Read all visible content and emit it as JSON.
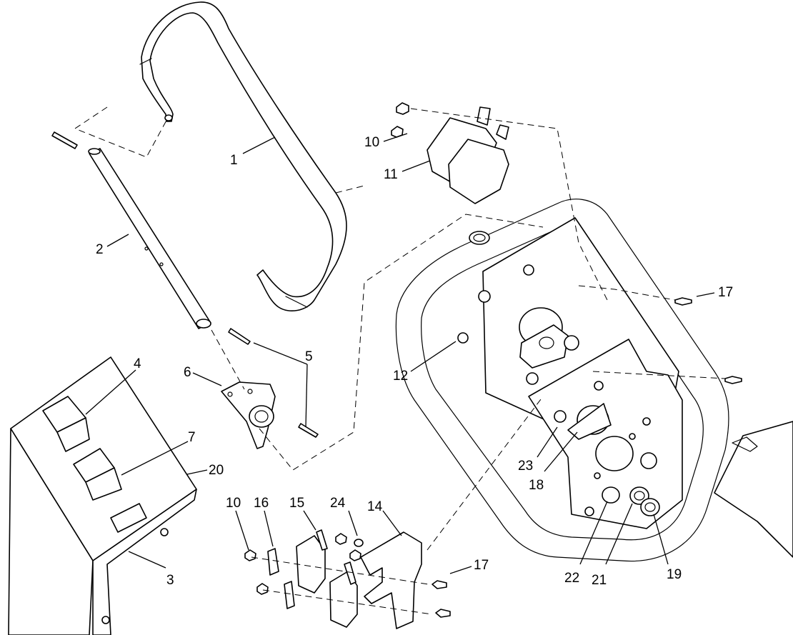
{
  "callouts": [
    {
      "id": "c1",
      "label": "1"
    },
    {
      "id": "c2",
      "label": "2"
    },
    {
      "id": "c3",
      "label": "3"
    },
    {
      "id": "c4",
      "label": "4"
    },
    {
      "id": "c5",
      "label": "5"
    },
    {
      "id": "c6",
      "label": "6"
    },
    {
      "id": "c7",
      "label": "7"
    },
    {
      "id": "c10a",
      "label": "10"
    },
    {
      "id": "c10b",
      "label": "10"
    },
    {
      "id": "c11",
      "label": "11"
    },
    {
      "id": "c12",
      "label": "12"
    },
    {
      "id": "c14",
      "label": "14"
    },
    {
      "id": "c15",
      "label": "15"
    },
    {
      "id": "c16",
      "label": "16"
    },
    {
      "id": "c17a",
      "label": "17"
    },
    {
      "id": "c17b",
      "label": "17"
    },
    {
      "id": "c18",
      "label": "18"
    },
    {
      "id": "c19",
      "label": "19"
    },
    {
      "id": "c20",
      "label": "20"
    },
    {
      "id": "c21",
      "label": "21"
    },
    {
      "id": "c22",
      "label": "22"
    },
    {
      "id": "c23",
      "label": "23"
    },
    {
      "id": "c24",
      "label": "24"
    }
  ]
}
